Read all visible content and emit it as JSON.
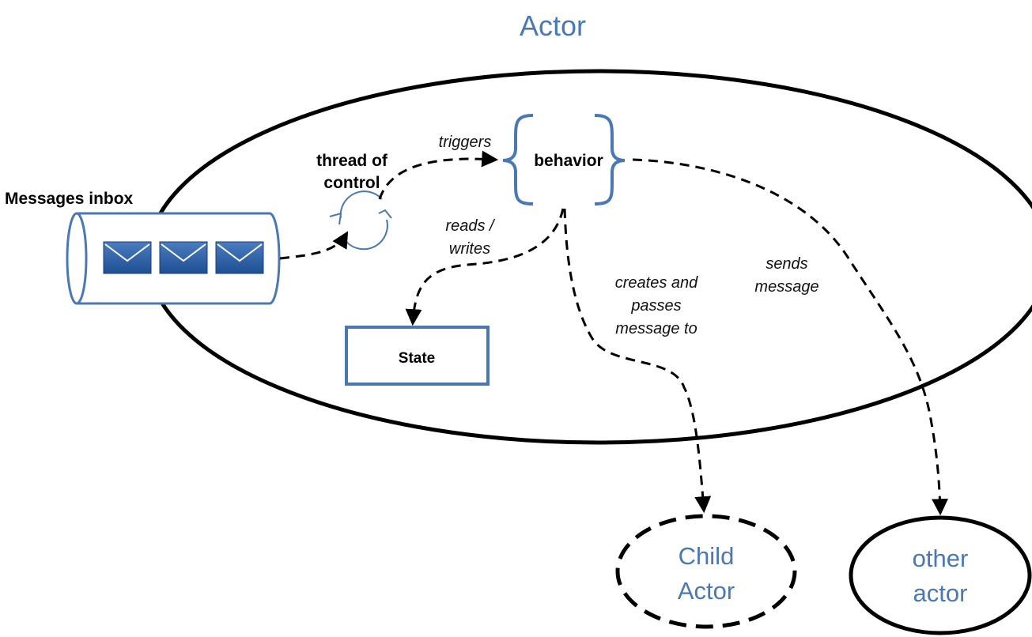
{
  "title": "Actor",
  "inbox": {
    "label": "Messages inbox",
    "message_count": 3
  },
  "thread": {
    "line1": "thread of",
    "line2": "control"
  },
  "behavior": {
    "label": "behavior"
  },
  "state": {
    "label": "State"
  },
  "edges": {
    "triggers": "triggers",
    "reads_writes": {
      "line1": "reads /",
      "line2": "writes"
    },
    "creates": {
      "line1": "creates and",
      "line2": "passes",
      "line3": "message to"
    },
    "sends": {
      "line1": "sends",
      "line2": "message"
    }
  },
  "child_actor": {
    "line1": "Child",
    "line2": "Actor"
  },
  "other_actor": {
    "line1": "other",
    "line2": "actor"
  },
  "colors": {
    "accent": "#4a78b5",
    "envelope": "#2f5d9e",
    "stroke": "#000000"
  }
}
